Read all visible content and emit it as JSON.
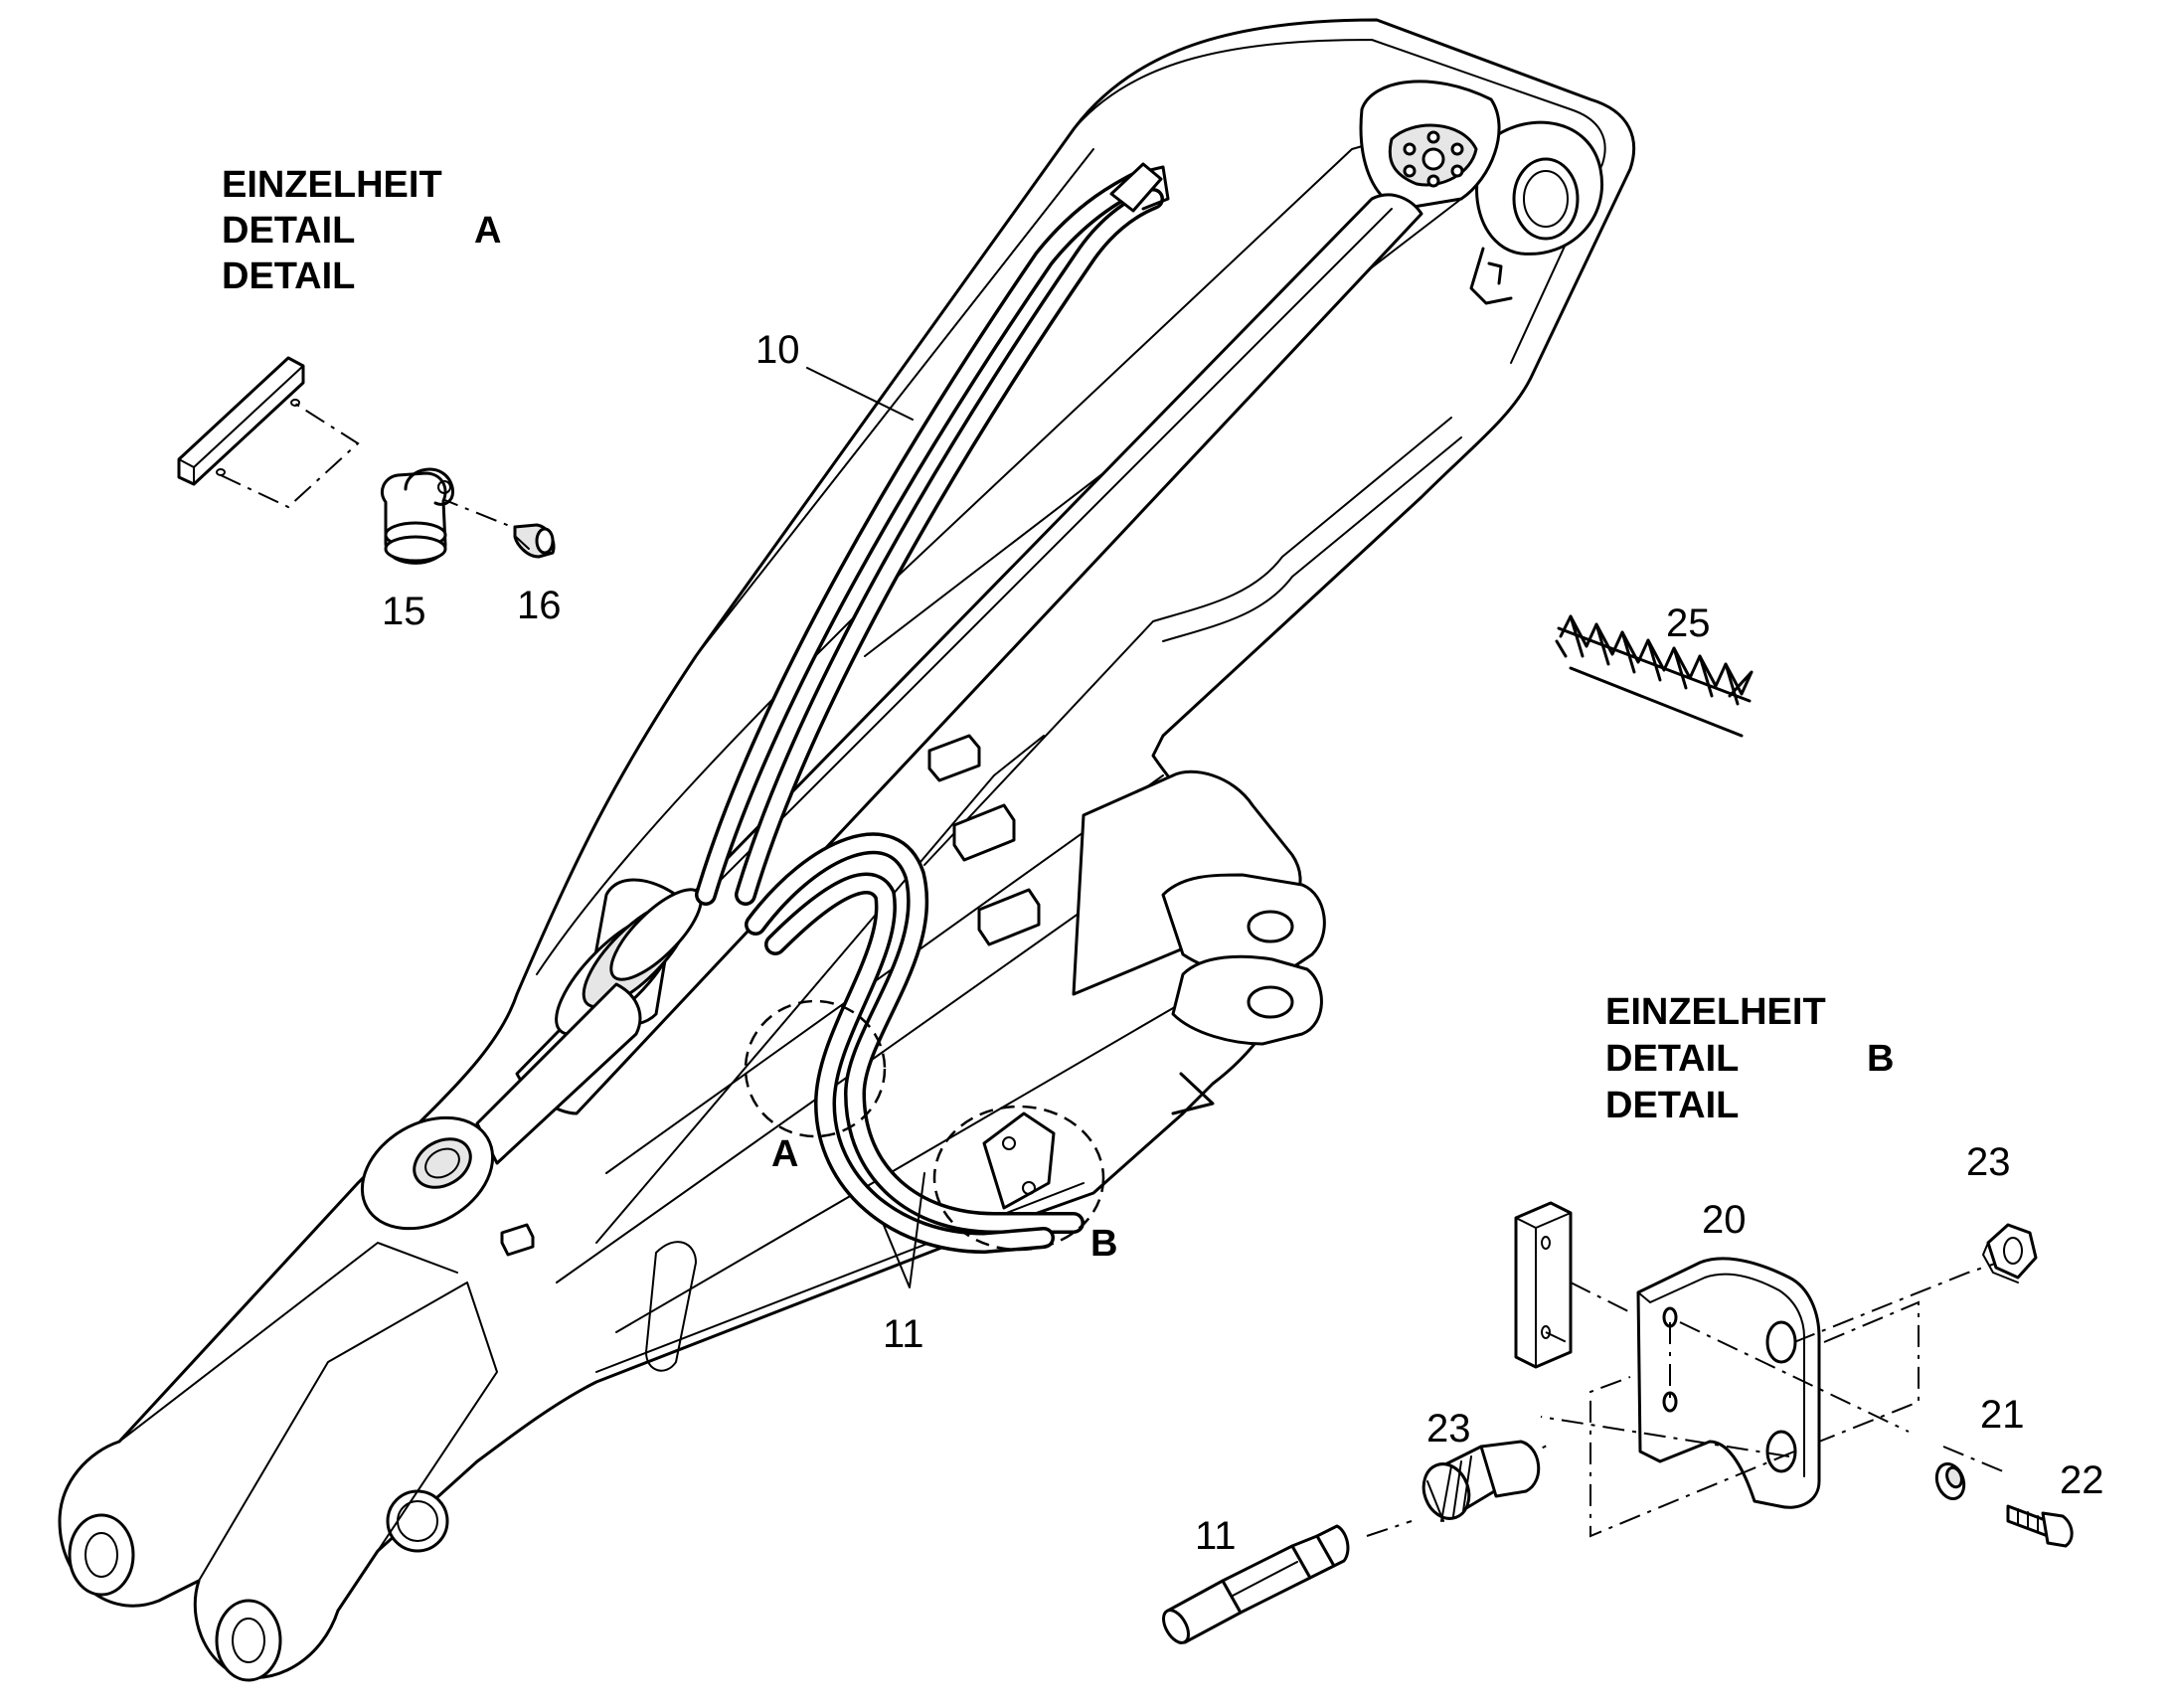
{
  "detail_a": {
    "line1": "EINZELHEIT",
    "line2": "DETAIL",
    "line3": "DETAIL",
    "letter": "A"
  },
  "detail_b": {
    "line1": "EINZELHEIT",
    "line2": "DETAIL",
    "line3": "DETAIL",
    "letter": "B"
  },
  "marker_a": "A",
  "marker_b": "B",
  "callouts": {
    "p10": "10",
    "p11_main": "11",
    "p11_detail": "11",
    "p15": "15",
    "p16": "16",
    "p20": "20",
    "p21": "21",
    "p22": "22",
    "p23_nut": "23",
    "p23_fitting": "23",
    "p25": "25"
  }
}
